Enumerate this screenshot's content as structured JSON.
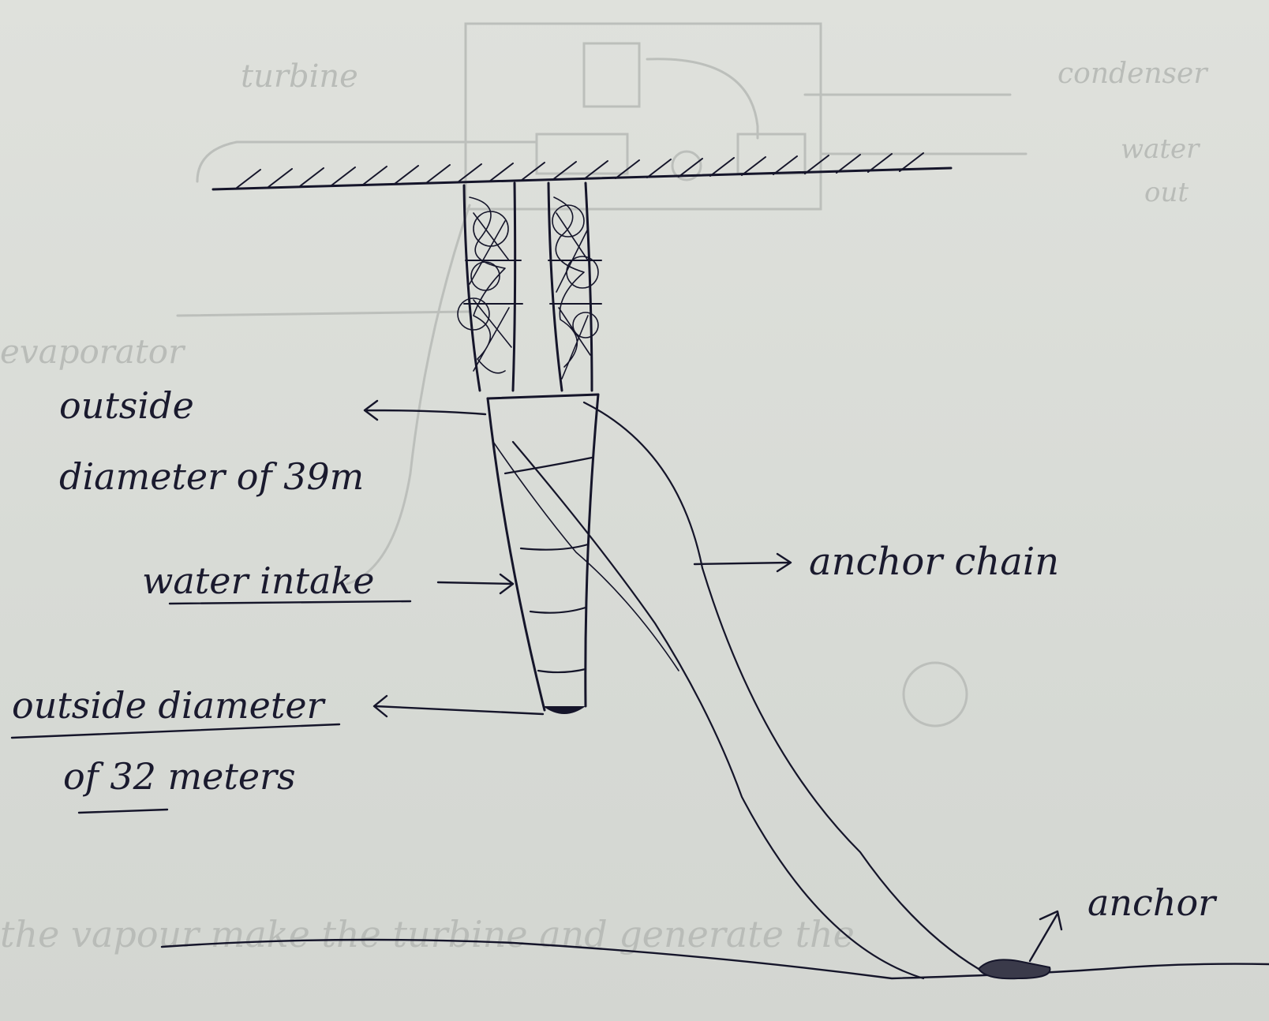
{
  "colors": {
    "paper": "#dcdfda",
    "ink": "#15152a",
    "ghost": "#b9bcb8"
  },
  "labels": {
    "outside_top_line1": "outside",
    "outside_top_line2": "diameter of 39m",
    "water_intake": "water intake",
    "outside_bottom_line1": "outside diameter",
    "outside_bottom_line2": "of 32 meters",
    "anchor_chain": "anchor chain",
    "anchor": "anchor"
  },
  "ghost_text": {
    "turbine": "turbine",
    "condenser": "condenser",
    "water_out_1": "water",
    "water_out_2": "out",
    "evaporator": "evaporator",
    "bottom_line": "the vapour make the turbine and generate the"
  }
}
